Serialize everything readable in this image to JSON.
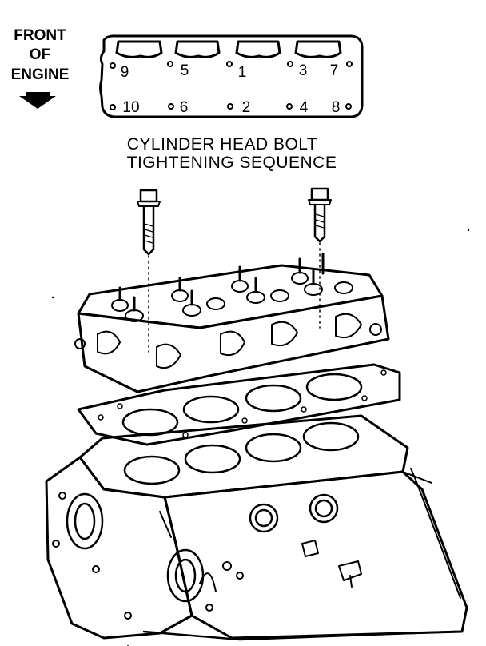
{
  "front_label": [
    "FRONT",
    "OF",
    "ENGINE"
  ],
  "caption": [
    "CYLINDER HEAD BOLT",
    "TIGHTENING SEQUENCE"
  ],
  "bolt_sequence": {
    "top_row": [
      "9",
      "5",
      "1",
      "3",
      "7"
    ],
    "bottom_row": [
      "10",
      "6",
      "2",
      "4",
      "8"
    ]
  },
  "colors": {
    "ink": "#000000",
    "paper": "#ffffff"
  },
  "icons": [
    "arrow-down-icon",
    "bolt-icon"
  ]
}
